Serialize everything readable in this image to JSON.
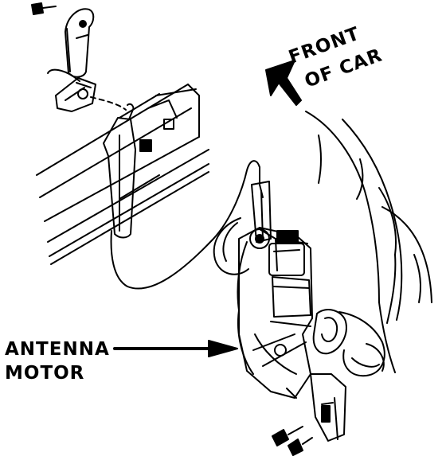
{
  "diagram": {
    "labels": {
      "front_line1": "FRONT",
      "front_line2": "OF CAR",
      "motor_line1": "ANTENNA",
      "motor_line2": "MOTOR"
    },
    "colors": {
      "ink": "#000000",
      "paper": "#ffffff"
    }
  }
}
